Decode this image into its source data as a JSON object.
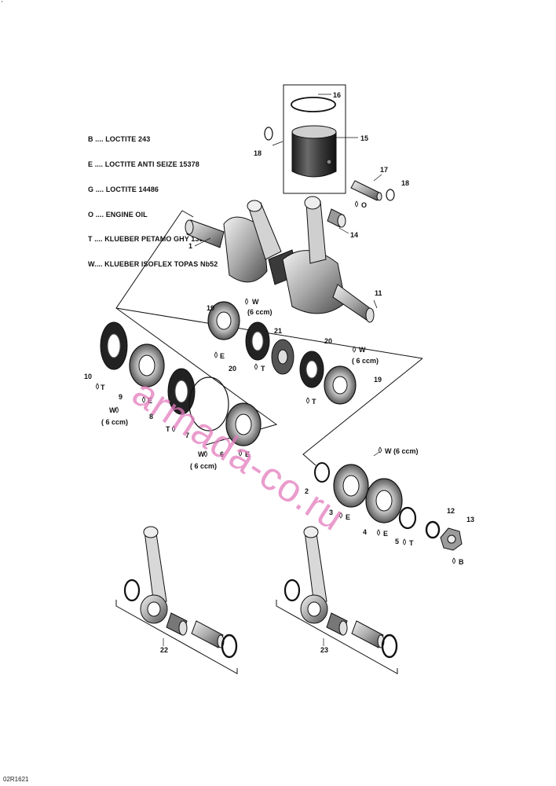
{
  "legend": [
    "B .... LOCTITE 243",
    "E .... LOCTITE ANTI SEIZE 15378",
    "G .... LOCTITE 14486",
    "O .... ENGINE OIL",
    "T .... KLUEBER PETAMO GHY 133",
    "W.... KLUEBER ISOFLEX TOPAS Nb52"
  ],
  "part_numbers": [
    "1",
    "2",
    "3",
    "4",
    "5",
    "6",
    "7",
    "8",
    "9",
    "10",
    "11",
    "12",
    "13",
    "14",
    "15",
    "16",
    "17",
    "18",
    "18",
    "19",
    "19",
    "20",
    "20",
    "21",
    "22",
    "23"
  ],
  "lube_codes": {
    "B": "B",
    "E": "E",
    "O": "O",
    "T": "T",
    "W": "W"
  },
  "volume_note": "(6 ccm)",
  "volume_note_inline": "( 6 ccm)",
  "volume_note_side": "W (6 ccm)",
  "watermark": "armada-co.ru",
  "diagram_code": "02R1621",
  "corner_mark": "'",
  "colors": {
    "line": "#111111",
    "part_dark": "#3a3a3a",
    "part_mid": "#8a8a8a",
    "part_light": "#d6d6d6",
    "watermark": "#e37bbd"
  }
}
